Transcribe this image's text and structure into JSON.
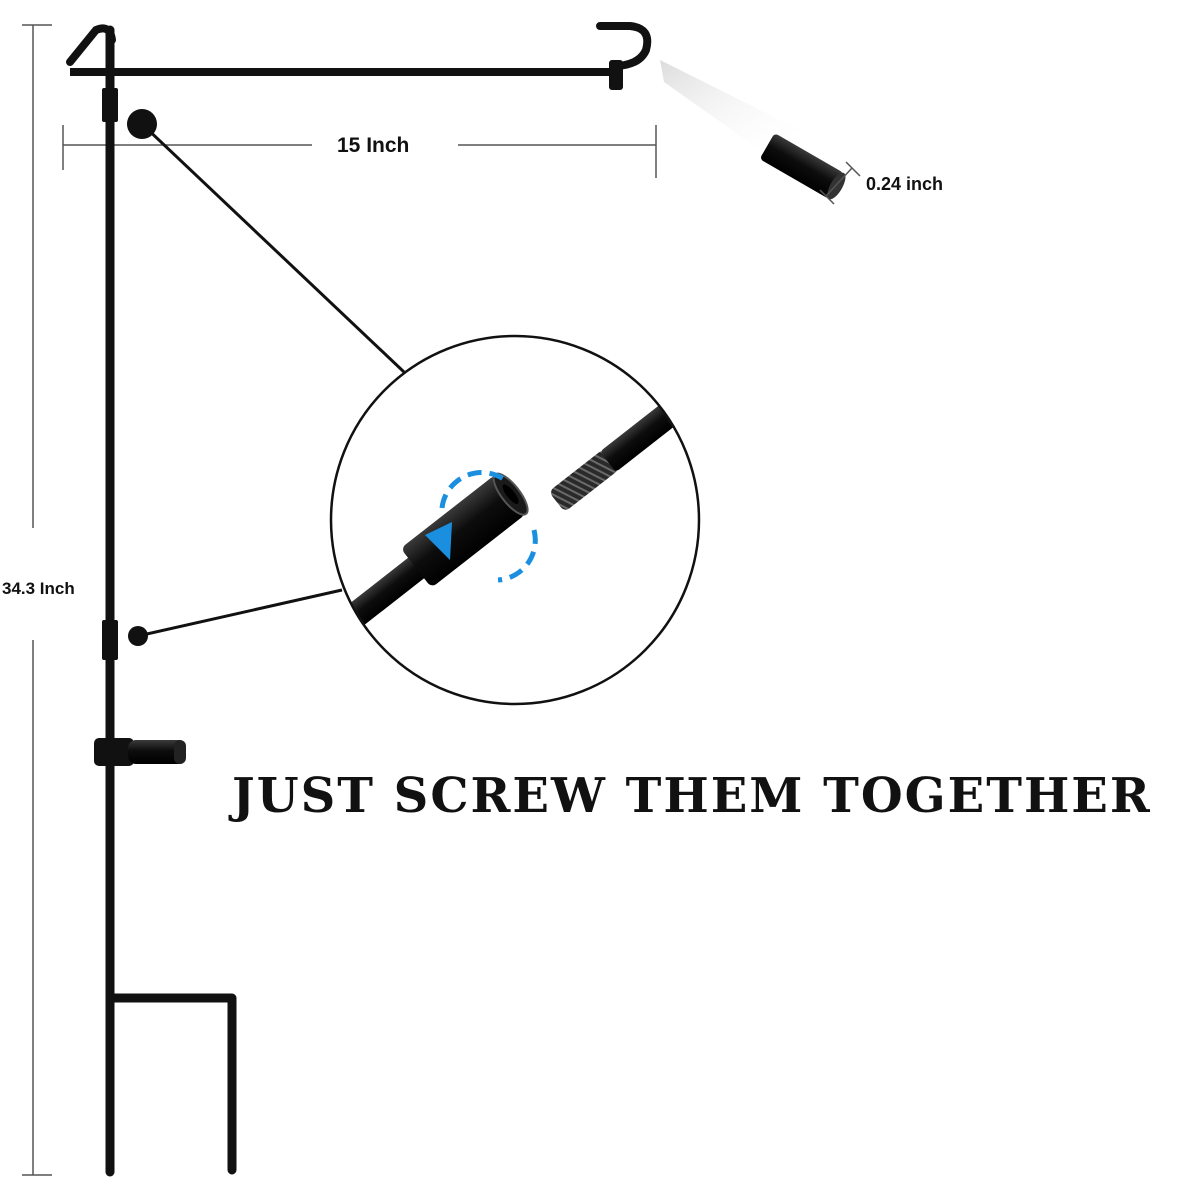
{
  "labels": {
    "width": "15 Inch",
    "height": "34.3 Inch",
    "diameter": "0.24 inch",
    "headline": "JUST SCREW THEM TOGETHER"
  },
  "colors": {
    "pole": "#111111",
    "dimension_line": "#555555",
    "accent_arrow": "#1a8fe0",
    "background": "#ffffff"
  }
}
